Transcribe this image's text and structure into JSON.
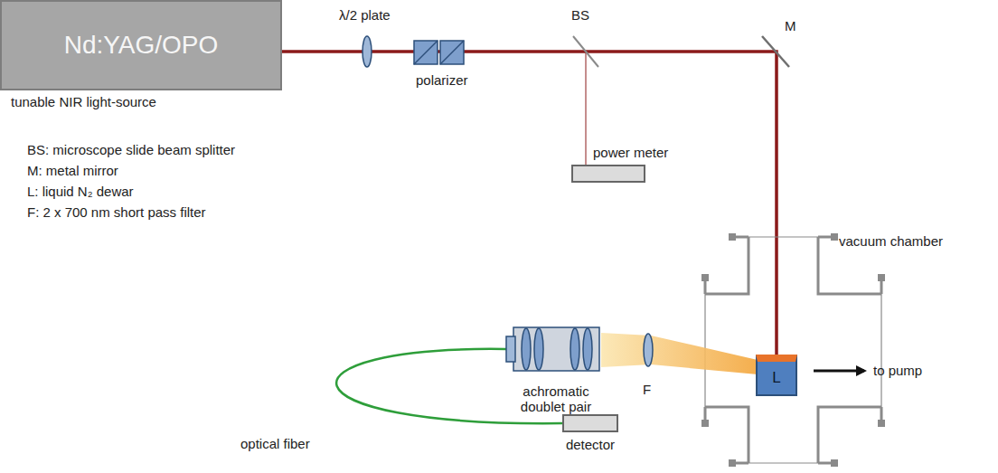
{
  "diagram": {
    "nodes": [
      {
        "text": [
          "Nd:YAG/OPO",
          "tunable NIR light-source"
        ]
      },
      {
        "text": [
          "power meter"
        ]
      },
      {
        "text": [
          "L"
        ]
      },
      {
        "text": [
          "achromatic doublet pair"
        ]
      },
      {
        "text": [
          "detector"
        ]
      }
    ],
    "edges": [
      {
        "from": 0,
        "to": 2,
        "arrow": "none"
      },
      {
        "from": 3,
        "to": 4,
        "arrow": "none"
      }
    ],
    "labels": [
      "λ/2 plate",
      "polarizer",
      "BS",
      "M",
      "BS: microscope slide beam splitter",
      "M: metal mirror",
      "L: liquid N₂ dewar",
      "F: 2 x 700 nm short pass filter",
      "vacuum chamber",
      "to pump",
      "F",
      "optical fiber"
    ]
  }
}
